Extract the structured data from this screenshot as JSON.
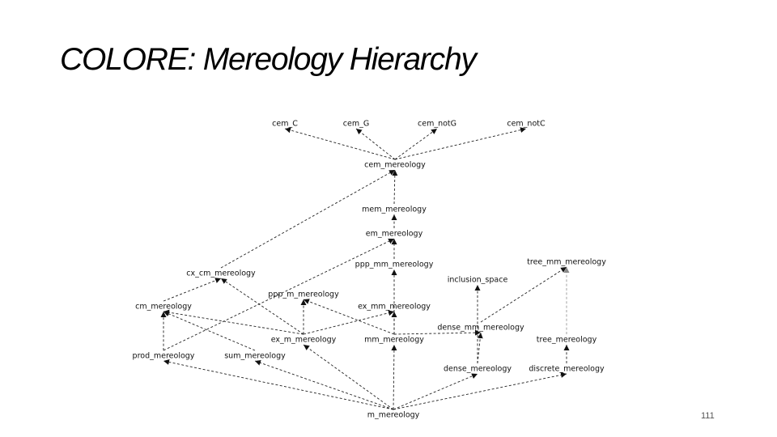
{
  "title": "COLORE: Mereology Hierarchy",
  "page_number": "111",
  "nodes": [
    {
      "id": "cem_c",
      "label": "cem_C"
    },
    {
      "id": "cem_g",
      "label": "cem_G"
    },
    {
      "id": "cem_notg",
      "label": "cem_notG"
    },
    {
      "id": "cem_notc",
      "label": "cem_notC"
    },
    {
      "id": "cem_mereology",
      "label": "cem_mereology"
    },
    {
      "id": "mem_mereology",
      "label": "mem_mereology"
    },
    {
      "id": "em_mereology",
      "label": "em_mereology"
    },
    {
      "id": "ppp_mm_mereology",
      "label": "ppp_mm_mereology"
    },
    {
      "id": "tree_mm_mereology",
      "label": "tree_mm_mereology"
    },
    {
      "id": "cx_cm_mereology",
      "label": "cx_cm_mereology"
    },
    {
      "id": "inclusion_space",
      "label": "inclusion_space"
    },
    {
      "id": "ppp_m_mereology",
      "label": "ppp_m_mereology"
    },
    {
      "id": "cm_mereology",
      "label": "cm_mereology"
    },
    {
      "id": "ex_mm_mereology",
      "label": "ex_mm_mereology"
    },
    {
      "id": "dense_mm_mereology",
      "label": "dense_mm_mereology"
    },
    {
      "id": "ex_m_mereology",
      "label": "ex_m_mereology"
    },
    {
      "id": "mm_mereology",
      "label": "mm_mereology"
    },
    {
      "id": "tree_mereology",
      "label": "tree_mereology"
    },
    {
      "id": "prod_mereology",
      "label": "prod_mereology"
    },
    {
      "id": "sum_mereology",
      "label": "sum_mereology"
    },
    {
      "id": "dense_mereology",
      "label": "dense_mereology"
    },
    {
      "id": "discrete_mereology",
      "label": "discrete_mereology"
    },
    {
      "id": "m_mereology",
      "label": "m_mereology"
    }
  ],
  "edges": [
    {
      "from": "cem_mereology",
      "to": "cem_c"
    },
    {
      "from": "cem_mereology",
      "to": "cem_g"
    },
    {
      "from": "cem_mereology",
      "to": "cem_notg"
    },
    {
      "from": "cem_mereology",
      "to": "cem_notc"
    },
    {
      "from": "mem_mereology",
      "to": "cem_mereology"
    },
    {
      "from": "em_mereology",
      "to": "mem_mereology"
    },
    {
      "from": "ppp_mm_mereology",
      "to": "em_mereology"
    },
    {
      "from": "cx_cm_mereology",
      "to": "cem_mereology"
    },
    {
      "from": "cm_mereology",
      "to": "cx_cm_mereology"
    },
    {
      "from": "ex_m_mereology",
      "to": "cx_cm_mereology"
    },
    {
      "from": "ex_m_mereology",
      "to": "ppp_m_mereology"
    },
    {
      "from": "ex_m_mereology",
      "to": "cm_mereology"
    },
    {
      "from": "ex_m_mereology",
      "to": "ex_mm_mereology"
    },
    {
      "from": "mm_mereology",
      "to": "ppp_mm_mereology"
    },
    {
      "from": "mm_mereology",
      "to": "ppp_m_mereology"
    },
    {
      "from": "dense_mm_mereology",
      "to": "tree_mm_mereology"
    },
    {
      "from": "mm_mereology",
      "to": "ex_mm_mereology"
    },
    {
      "from": "prod_mereology",
      "to": "cm_mereology"
    },
    {
      "from": "prod_mereology",
      "to": "em_mereology"
    },
    {
      "from": "sum_mereology",
      "to": "cm_mereology"
    },
    {
      "from": "dense_mereology",
      "to": "inclusion_space"
    },
    {
      "from": "dense_mereology",
      "to": "dense_mm_mereology"
    },
    {
      "from": "m_mereology",
      "to": "prod_mereology"
    },
    {
      "from": "m_mereology",
      "to": "sum_mereology"
    },
    {
      "from": "m_mereology",
      "to": "ex_m_mereology"
    },
    {
      "from": "m_mereology",
      "to": "mm_mereology"
    },
    {
      "from": "m_mereology",
      "to": "dense_mereology"
    },
    {
      "from": "m_mereology",
      "to": "discrete_mereology"
    },
    {
      "from": "mm_mereology",
      "to": "dense_mm_mereology"
    },
    {
      "from": "discrete_mereology",
      "to": "tree_mereology"
    },
    {
      "from": "tree_mereology",
      "to": "tree_mm_mereology",
      "color": "#999999"
    }
  ]
}
